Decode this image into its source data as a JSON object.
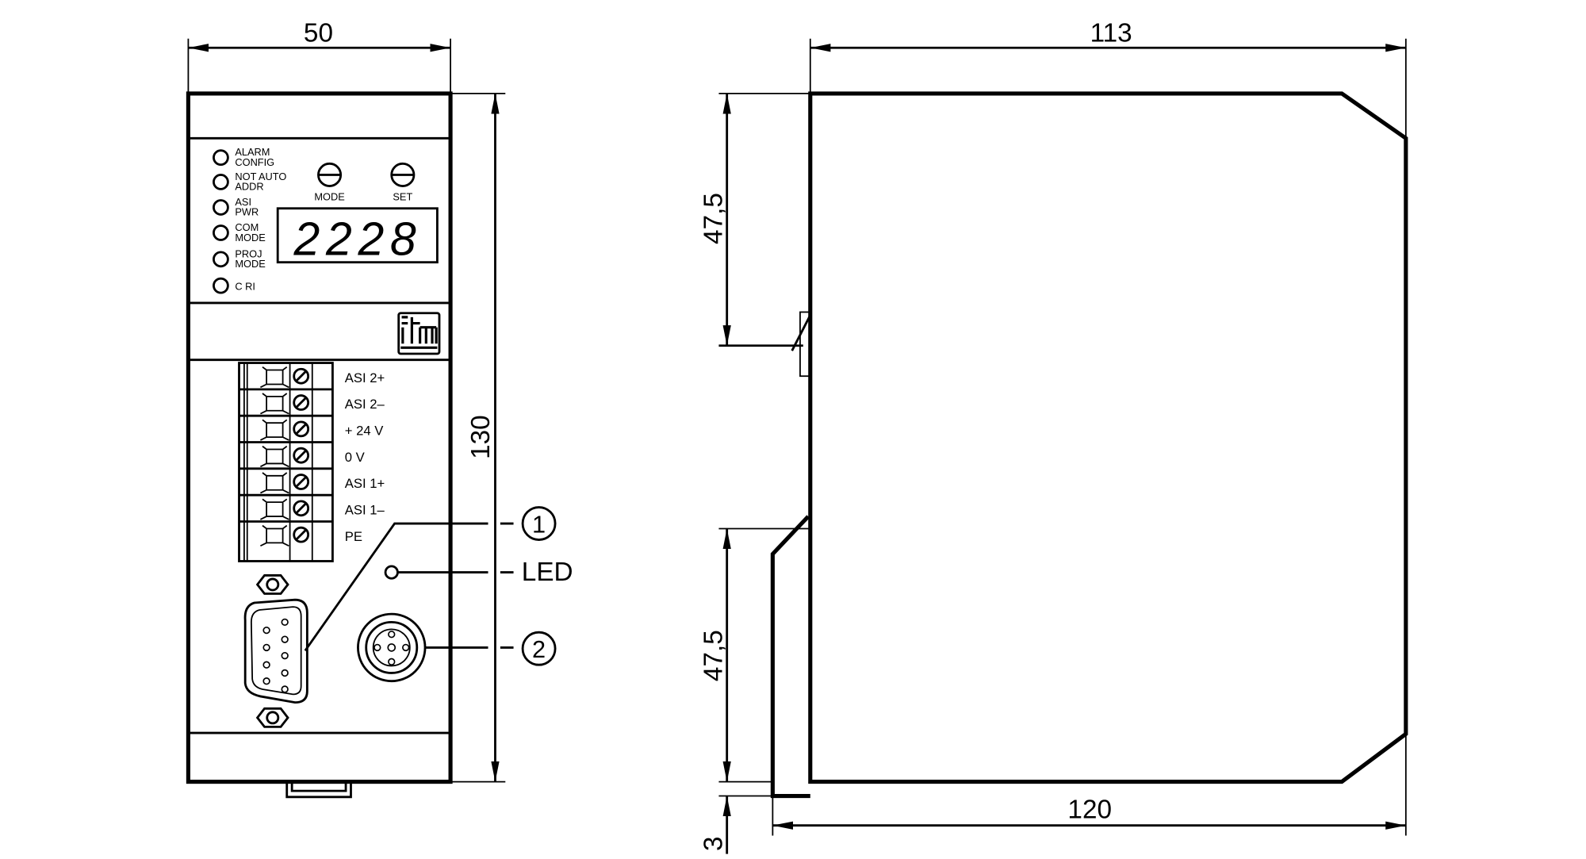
{
  "front_view": {
    "width_dim": "50",
    "height_dim": "130",
    "leds": [
      {
        "line1": "ALARM",
        "line2": "CONFIG"
      },
      {
        "line1": "NOT AUTO",
        "line2": "ADDR"
      },
      {
        "line1": "ASI",
        "line2": "PWR"
      },
      {
        "line1": "COM",
        "line2": "MODE"
      },
      {
        "line1": "PROJ",
        "line2": "MODE"
      },
      {
        "line1": "C  RI",
        "line2": ""
      }
    ],
    "buttons": {
      "mode": "MODE",
      "set": "SET"
    },
    "display_value": "2228",
    "logo": "ifm",
    "terminals": [
      "ASI 2+",
      "ASI 2–",
      "+ 24 V",
      "0 V",
      "ASI 1+",
      "ASI 1–",
      "PE"
    ],
    "callouts": {
      "one": "1",
      "led": "LED",
      "two": "2",
      "dash": "–"
    }
  },
  "side_view": {
    "depth_dim": "113",
    "total_depth_dim": "120",
    "upper_dim": "47,5",
    "lower_dim": "47,5",
    "rail_dim": "3"
  }
}
